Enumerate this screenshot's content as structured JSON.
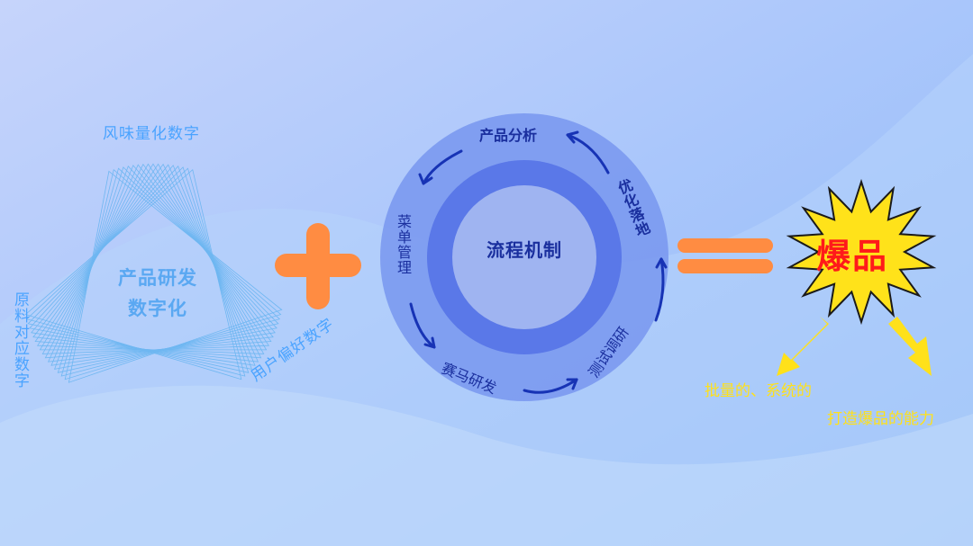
{
  "triangle": {
    "top_label": "风味量化数字",
    "left_label": "原料对应数字",
    "right_label": "用户偏好数字",
    "center_line1": "产品研发",
    "center_line2": "数字化"
  },
  "ring": {
    "center": "流程机制",
    "top": "产品分析",
    "right": "优化落地",
    "left": "菜单管理",
    "bottom": "赛马研发",
    "bottom_right": "测试调研"
  },
  "result": {
    "label": "爆品",
    "caption1": "批量的、系统的",
    "caption2": "打造爆品的能力"
  },
  "colors": {
    "plus": "#ff8c42",
    "equals": "#ff8c42",
    "ring_outer": "#6f95ee",
    "ring_inner": "#5a78e8",
    "star": "#ffe21a",
    "result_text": "#ff1a1a",
    "arrow": "#ffe11a"
  }
}
